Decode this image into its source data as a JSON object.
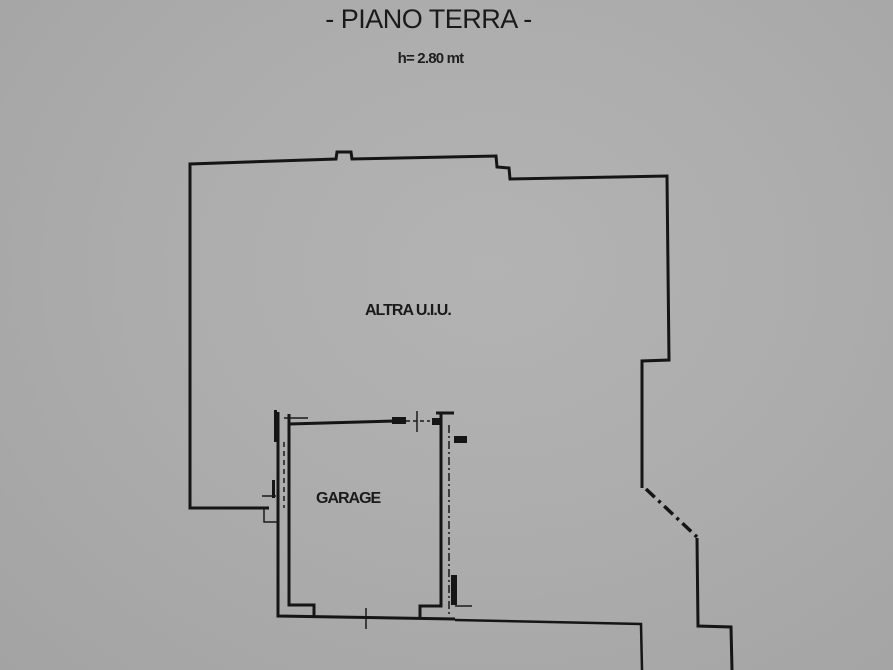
{
  "drawing": {
    "title": "- PIANO TERRA -",
    "height_note": "h= 2.80 mt"
  },
  "rooms": [
    {
      "id": "altra-uiu",
      "label": "ALTRA U.I.U."
    },
    {
      "id": "garage",
      "label": "GARAGE"
    }
  ],
  "colors": {
    "background": "#a9a9a9",
    "wall": "#151515"
  }
}
